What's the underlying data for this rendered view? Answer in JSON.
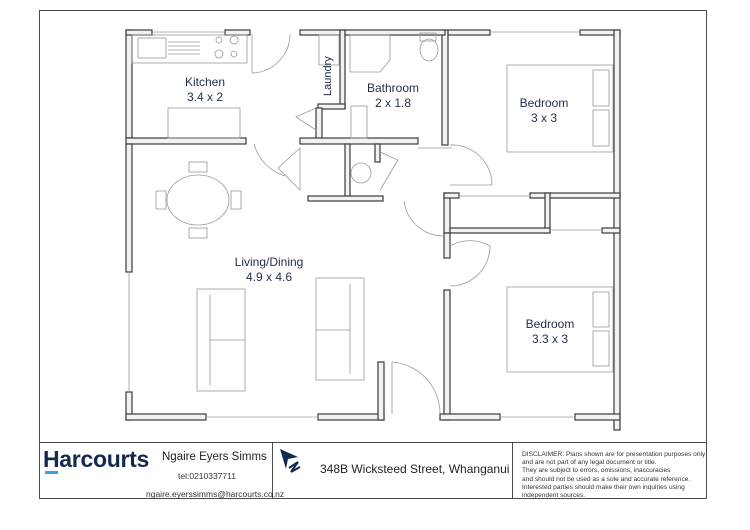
{
  "rooms": {
    "kitchen": {
      "name": "Kitchen",
      "size": "3.4 x 2"
    },
    "laundry": {
      "name": "Laundry"
    },
    "bathroom": {
      "name": "Bathroom",
      "size": "2 x 1.8"
    },
    "bedroom1": {
      "name": "Bedroom",
      "size": "3 x 3"
    },
    "living": {
      "name": "Living/Dining",
      "size": "4.9 x 4.6"
    },
    "bedroom2": {
      "name": "Bedroom",
      "size": "3.3 x 3"
    }
  },
  "title_block": {
    "brand": "Harcourts",
    "agent_name": "Ngaire Eyers Simms",
    "agent_tel": "tel:0210337711",
    "agent_email": "ngaire.eyerssimms@harcourts.co.nz",
    "address": "348B Wicksteed Street, Whanganui",
    "north_icon": "north-arrow-icon",
    "disclaimer_lines": [
      "DISCLAIMER:  Plans shown are for presentation purposes only",
      "and are not part of any legal document or title.",
      "They are subject to errors, omissions, inaccuracies",
      "and should not be used as a sole and accurate reference.",
      "Interested parties should make their own inquiries using",
      "independent sources."
    ]
  },
  "colors": {
    "wall_fill": "#f2f2f2",
    "wall_stroke": "#3a3a3a",
    "fixture_stroke": "#9a9a9a",
    "label_text": "#1f2d4d",
    "brand_navy": "#14294f",
    "brand_accent": "#3aa3e3"
  }
}
